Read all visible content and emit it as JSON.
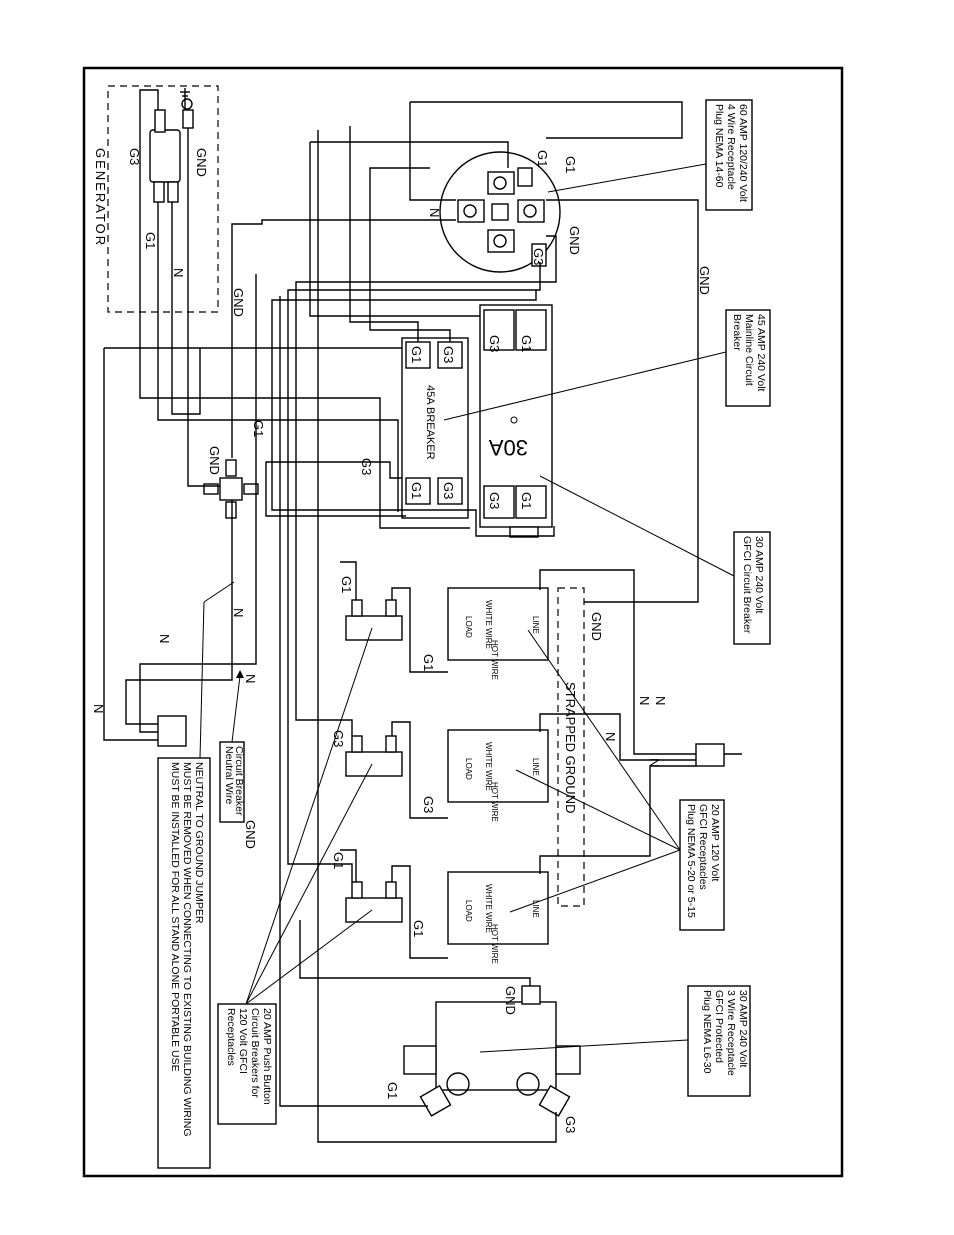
{
  "generator": {
    "title": "GENERATOR",
    "labels": [
      "G3",
      "GND",
      "G1",
      "N"
    ]
  },
  "callouts": {
    "receptacle_60a": [
      "60 AMP 120/240 Volt",
      "4 Wire Receptacle",
      "Plug NEMA 14-60"
    ],
    "mainline_breaker": [
      "45 AMP 240 Volt",
      "Mainline Circuit",
      "Breaker"
    ],
    "gfci_breaker": [
      "30 AMP 240 Volt",
      "GFCI Circuit Breaker"
    ],
    "gfci_receptacles": [
      "20 AMP 120 Volt",
      "GFCI Receptacles",
      "Plug NEMA 5-20 or 5-15"
    ],
    "receptacle_30a": [
      "30 AMP 240 Volt",
      "3 Wire Receptacle",
      "GFCI Protected",
      "Plug NEMA L6-30"
    ],
    "push_breakers": [
      "20 AMP Push Button",
      "Circuit Breakers for",
      "120 Volt GFCI",
      "Receptacles"
    ],
    "neutral_wire": [
      "Circuit Breaker",
      "Neutral Wire"
    ],
    "jumper_note": [
      "NEUTRAL TO GROUND JUMPER",
      "MUST BE REMOVED WHEN CONNECTING TO EXISTING BUILDING WIRING",
      "MUST BE INSTALLED FOR ALL STAND ALONE PORTABLE USE"
    ]
  },
  "components": {
    "breaker_45a": "45A BREAKER",
    "breaker_30a": "30A",
    "strapped_ground": "STRAPPED GROUND",
    "gfci_terms": {
      "white": "WHITE WIRE",
      "hot": "HOT WIRE",
      "load": "LOAD",
      "line": "LINE"
    }
  },
  "wire_labels": {
    "g1": "G1",
    "g3": "G3",
    "n": "N",
    "gnd": "GND"
  }
}
